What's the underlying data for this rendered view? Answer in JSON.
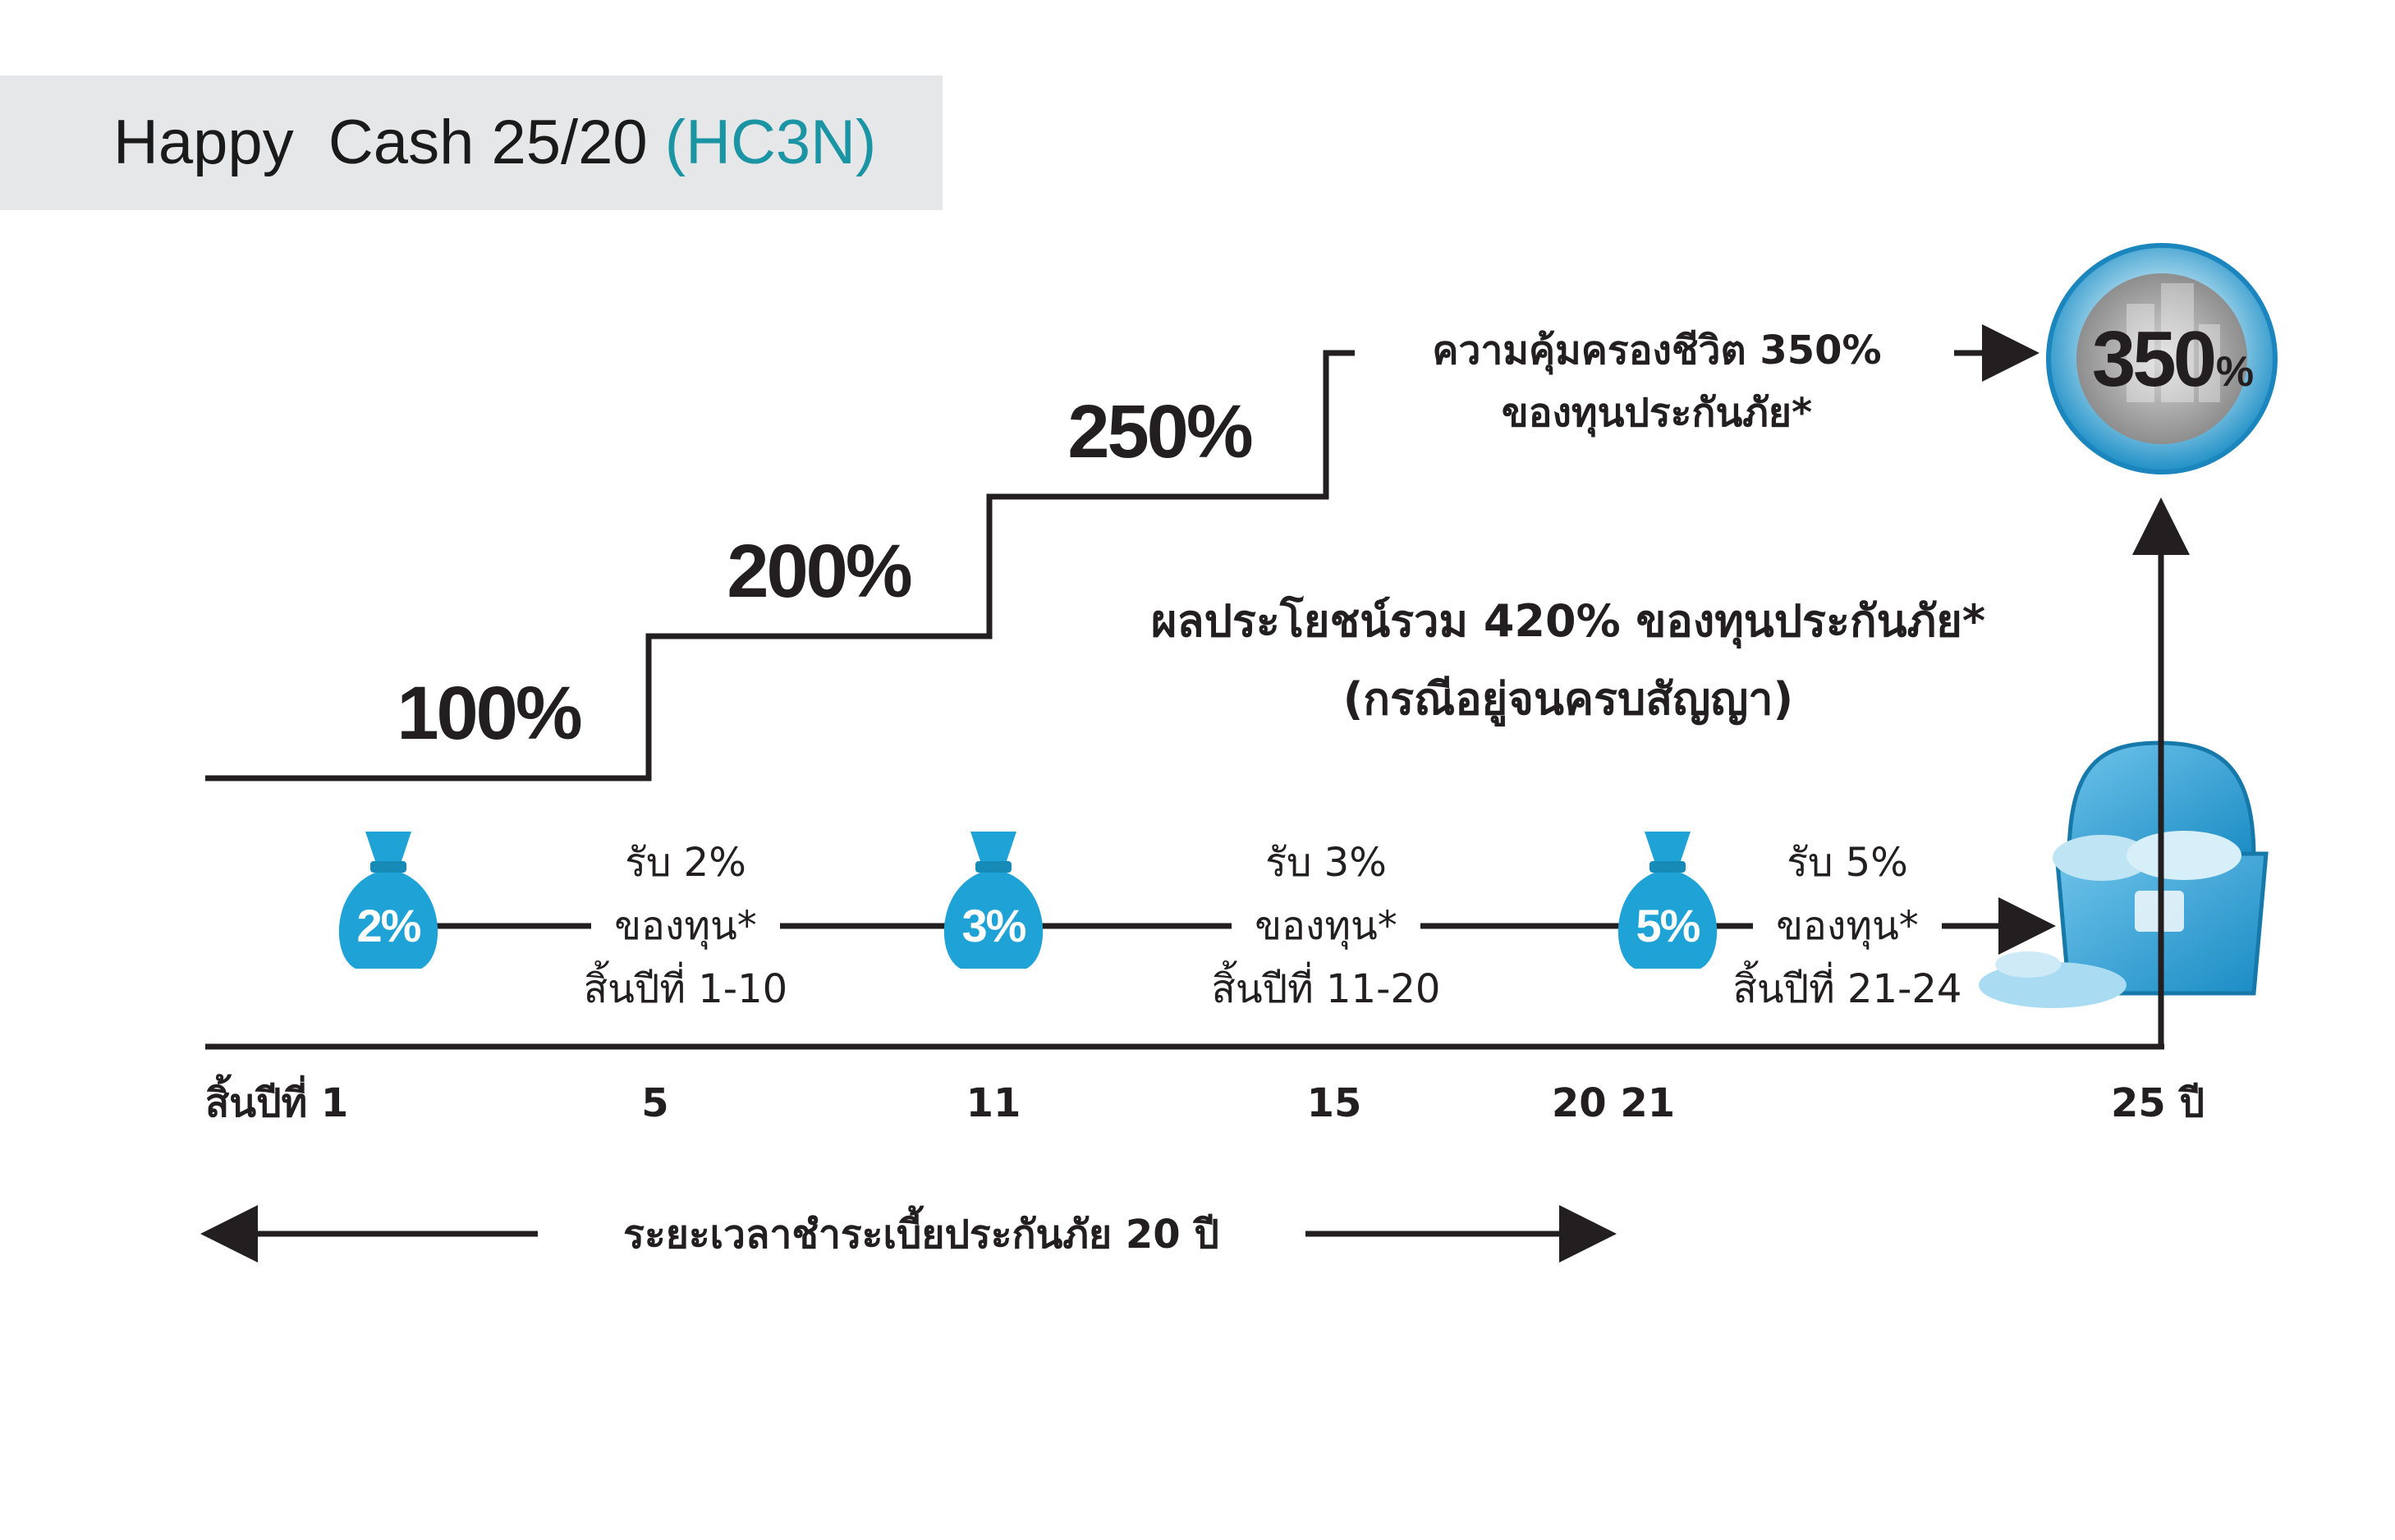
{
  "header": {
    "title": "Happy  Cash 25/20",
    "code": "(HC3N)"
  },
  "colors": {
    "accent": "#1b95a3",
    "bag_blue": "#1fa3d6",
    "badge_blue": "#2aa9dd",
    "line": "#231f20",
    "header_bg": "#e6e7e8"
  },
  "coverage_steps": [
    {
      "label": "100%",
      "from_year": 1,
      "to_year": 5
    },
    {
      "label": "200%",
      "from_year": 5,
      "to_year": 11
    },
    {
      "label": "250%",
      "from_year": 11,
      "to_year": 15
    },
    {
      "label": "350%",
      "from_year": 15,
      "to_year": 25
    }
  ],
  "life_coverage": {
    "line1": "ความคุ้มครองชีวิต 350%",
    "line2": "ของทุนประกันภัย*",
    "badge_value": "350",
    "badge_unit": "%",
    "badge_icon": "building-icon"
  },
  "total_benefit": {
    "line1": "ผลประโยชน์รวม 420% ของทุนประกันภัย*",
    "line2": "(กรณีอยู่จนครบสัญญา)"
  },
  "cash_backs": [
    {
      "bag_label": "2%",
      "line1": "รับ 2%",
      "line2": "ของทุน*",
      "line3": "สิ้นปีที่ 1-10",
      "icon": "money-bag-icon"
    },
    {
      "bag_label": "3%",
      "line1": "รับ 3%",
      "line2": "ของทุน*",
      "line3": "สิ้นปีที่ 11-20",
      "icon": "money-bag-icon"
    },
    {
      "bag_label": "5%",
      "line1": "รับ 5%",
      "line2": "ของทุน*",
      "line3": "สิ้นปีที่ 21-24",
      "icon": "money-bag-icon"
    }
  ],
  "maturity_icon": "treasure-chest-icon",
  "axis": {
    "labels": [
      "สิ้นปีที่ 1",
      "5",
      "11",
      "15",
      "20 21",
      "25 ปี"
    ]
  },
  "payment_period": {
    "label": "ระยะเวลาชำระเบี้ยประกันภัย 20 ปี"
  }
}
